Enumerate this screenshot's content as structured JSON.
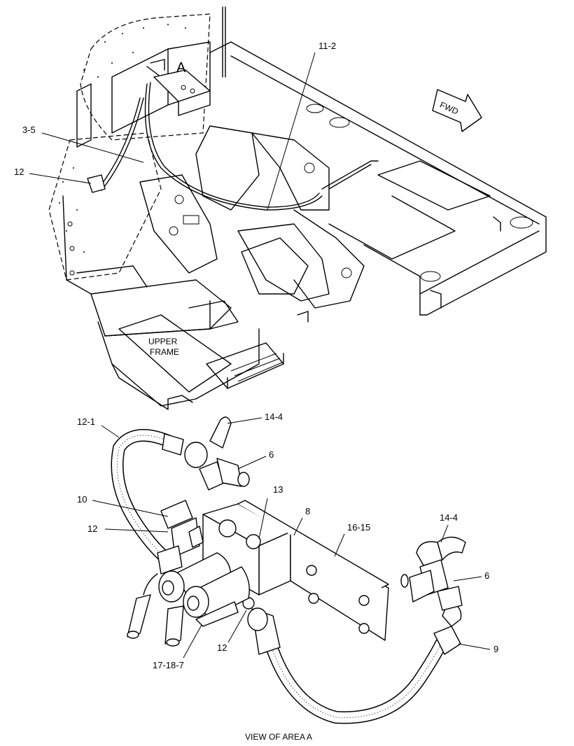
{
  "upper": {
    "area_letter": "A",
    "fwd": "FWD",
    "frame_line1": "UPPER",
    "frame_line2": "FRAME",
    "callouts": {
      "c_11_2": "11-2",
      "c_3_5": "3-5",
      "c_12": "12"
    }
  },
  "detail": {
    "title": "VIEW OF AREA  A",
    "callouts": {
      "c_12_1": "12-1",
      "c_14_4_a": "14-4",
      "c_6_a": "6",
      "c_13": "13",
      "c_10": "10",
      "c_8": "8",
      "c_16_15": "16-15",
      "c_12_a": "12",
      "c_14_4_b": "14-4",
      "c_6_b": "6",
      "c_9": "9",
      "c_17_18_7": "17-18-7",
      "c_12_b": "12"
    }
  }
}
